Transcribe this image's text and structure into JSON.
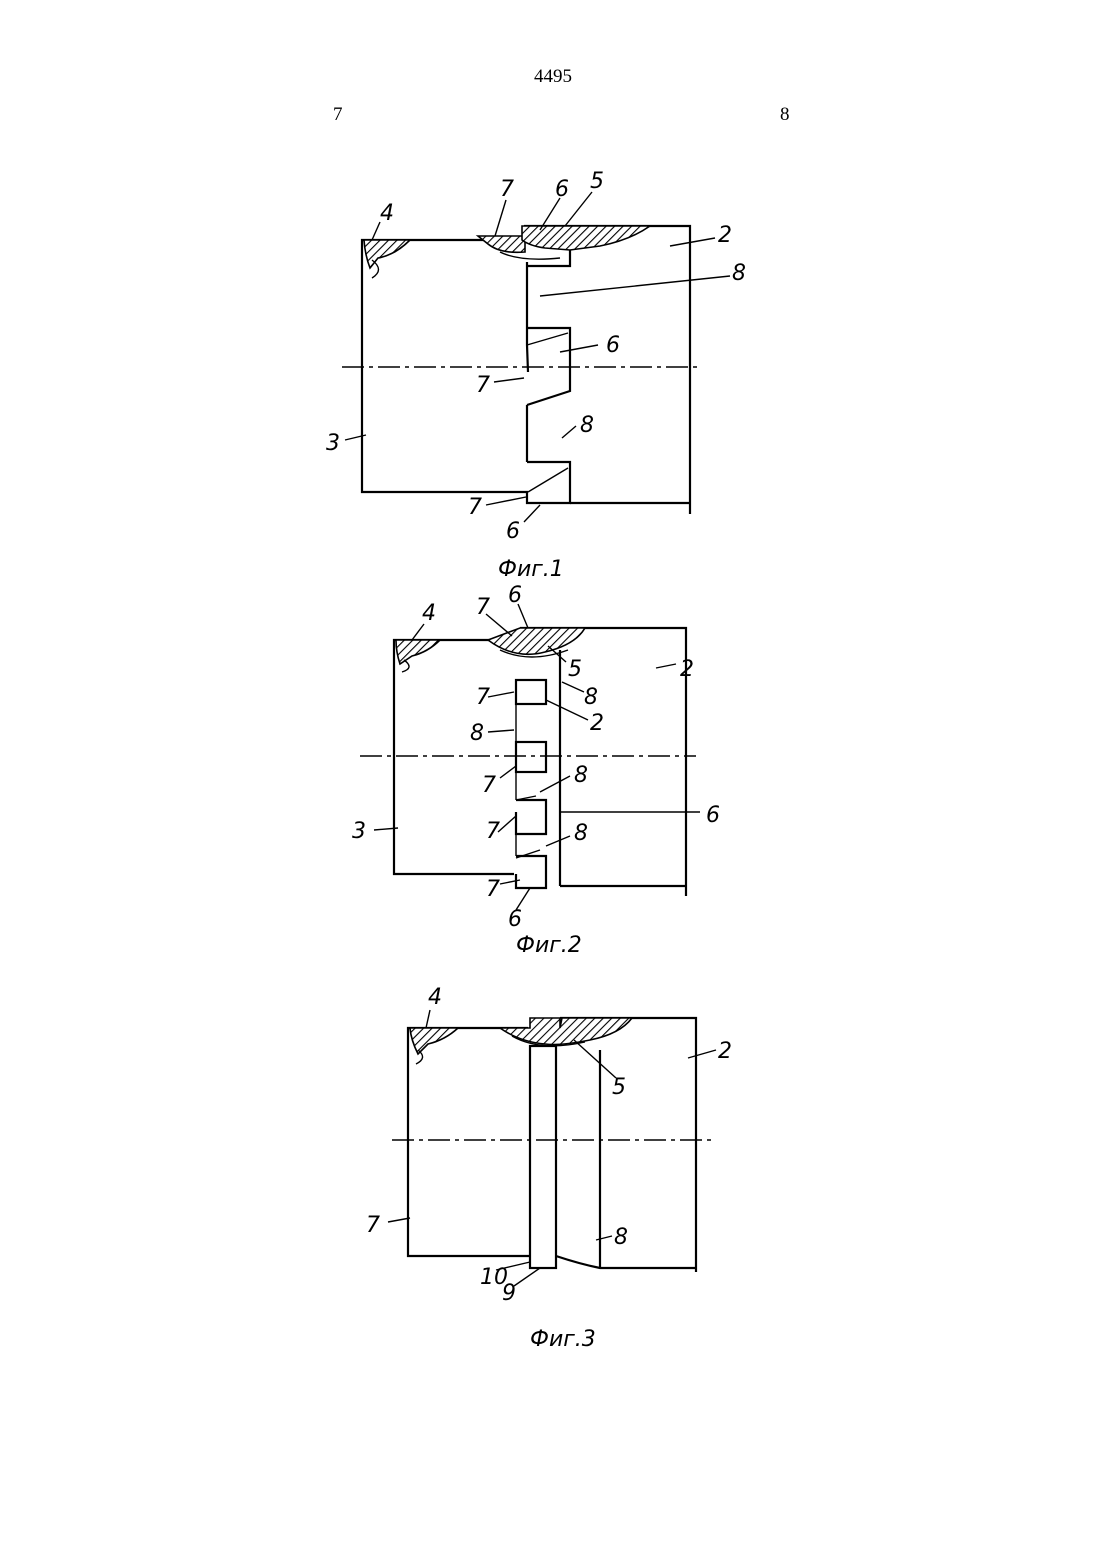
{
  "page": {
    "number": "4495",
    "col_left": "7",
    "col_right": "8"
  },
  "fig1": {
    "caption": "Фиг.1",
    "labels": {
      "l4": "4",
      "l7a": "7",
      "l6a": "6",
      "l5": "5",
      "l2": "2",
      "l8a": "8",
      "l6b": "6",
      "l7b": "7",
      "l8b": "8",
      "l3": "3",
      "l7c": "7",
      "l6c": "6"
    }
  },
  "fig2": {
    "caption": "Фиг.2",
    "labels": {
      "l4": "4",
      "l7a": "7",
      "l6a": "6",
      "l5": "5",
      "l2a": "2",
      "l7b": "7",
      "l8a": "8",
      "l2b": "2",
      "l8b": "8",
      "l7c": "7",
      "l8c": "8",
      "l6b": "6",
      "l3": "3",
      "l7d": "7",
      "l8d": "8",
      "l7e": "7",
      "l6c": "6"
    }
  },
  "fig3": {
    "caption": "Фиг.3",
    "labels": {
      "l4": "4",
      "l2": "2",
      "l5": "5",
      "l7": "7",
      "l8": "8",
      "l10": "10",
      "l9": "9"
    }
  }
}
